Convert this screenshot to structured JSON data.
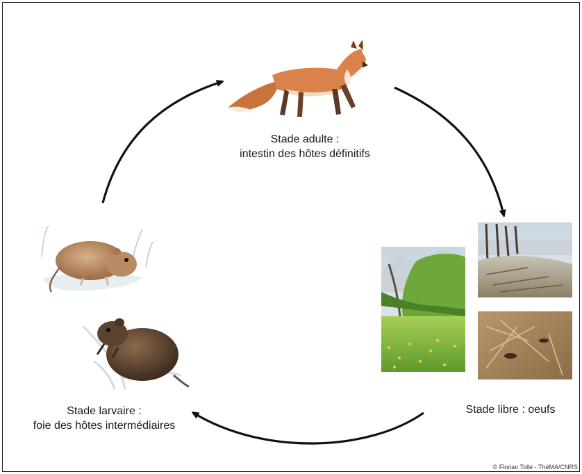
{
  "diagram": {
    "stages": {
      "adult": {
        "line1": "Stade adulte :",
        "line2": "intestin des hôtes définitifs",
        "icon": "fox-icon"
      },
      "free": {
        "line1": "Stade libre : oeufs",
        "icons": [
          "meadow-photo",
          "lakeshore-photo",
          "ground-litter-photo"
        ]
      },
      "larval": {
        "line1": "Stade larvaire :",
        "line2": "foie des hôtes intermédiaires",
        "icons": [
          "vole-icon",
          "water-vole-icon"
        ]
      }
    },
    "credit": "© Florian Tolle - ThéMA/CNRS",
    "colors": {
      "arrow": "#111111",
      "fox": "#d9834a",
      "vole": "#a87a55",
      "grass": "#7fb83a"
    }
  }
}
